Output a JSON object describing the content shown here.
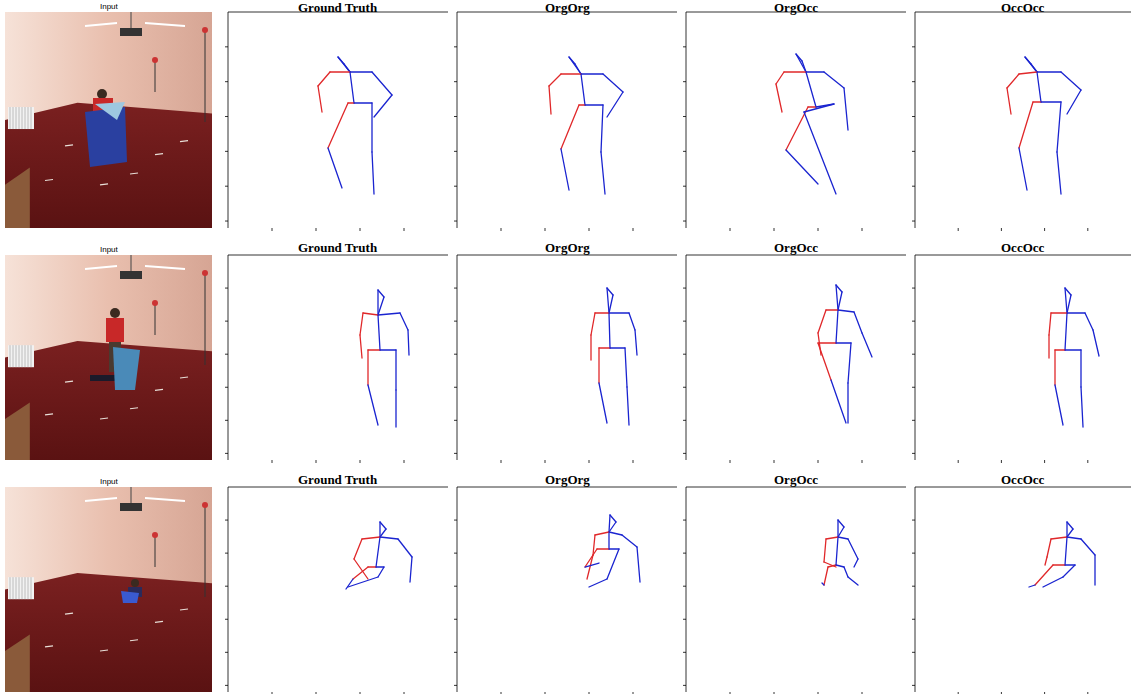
{
  "diagram": {
    "labels": [
      "Input",
      "Ground Truth",
      "OrgOrg",
      "OrgOcc",
      "OccOcc",
      "Input",
      "Ground Truth",
      "OrgOrg",
      "OrgOcc",
      "OccOcc",
      "Input",
      "Ground Truth",
      "OrgOrg",
      "OrgOcc",
      "OccOcc"
    ]
  }
}
